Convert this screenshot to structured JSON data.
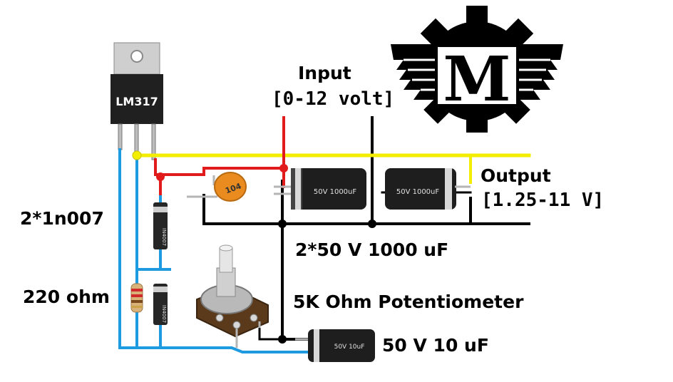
{
  "regulator": {
    "part": "LM317"
  },
  "input": {
    "title": "Input",
    "range": "[0-12 volt]"
  },
  "output": {
    "title": "Output",
    "range": "[1.25-11 V]"
  },
  "labels": {
    "diodes": "2*1n007",
    "resistor": "220 ohm",
    "main_caps": "2*50 V 1000 uF",
    "potentiometer": "5K Ohm Potentiometer",
    "small_cap": "50 V 10 uF"
  },
  "components": {
    "diode_marking": "IN4007",
    "ceramic_cap_code": "104",
    "cap1_marking": "50V 1000uF",
    "cap2_marking": "50V 1000uF",
    "cap3_marking": "50V 10uF"
  },
  "logo": {
    "letter": "M"
  },
  "colors": {
    "wire_blue": "#1e9ae0",
    "wire_red": "#e11b1b",
    "wire_yellow": "#f3ee00",
    "wire_black": "#000000",
    "ceramic_orange": "#e98b1f",
    "cap_body": "#1e1e1e"
  }
}
